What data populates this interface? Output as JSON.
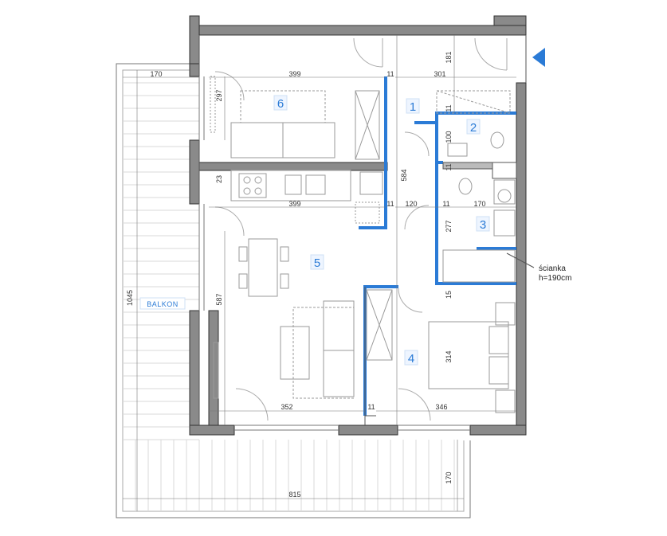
{
  "plan": {
    "rooms": {
      "r1": "1",
      "r2": "2",
      "r3": "3",
      "r4": "4",
      "r5": "5",
      "r6": "6"
    },
    "balcony_label": "BALKON",
    "note_line1": "ścianka",
    "note_line2": "h=190cm",
    "dimensions": {
      "d_170_top": "170",
      "d_399_top": "399",
      "d_11_a": "11",
      "d_301": "301",
      "d_181": "181",
      "d_297": "297",
      "d_11_b": "11",
      "d_100": "100",
      "d_11_c": "11",
      "d_584": "584",
      "d_23": "23",
      "d_399_mid": "399",
      "d_11_d": "11",
      "d_120": "120",
      "d_11_e": "11",
      "d_170_bath": "170",
      "d_277": "277",
      "d_1045": "1045",
      "d_587": "587",
      "d_15": "15",
      "d_314": "314",
      "d_352": "352",
      "d_11_f": "11",
      "d_346": "346",
      "d_170_right": "170",
      "d_815": "815"
    }
  },
  "colors": {
    "wall": "#8a8a8a",
    "wall_edge": "#333333",
    "accent": "#2b7bd6",
    "furniture": "#9a9a9a"
  }
}
